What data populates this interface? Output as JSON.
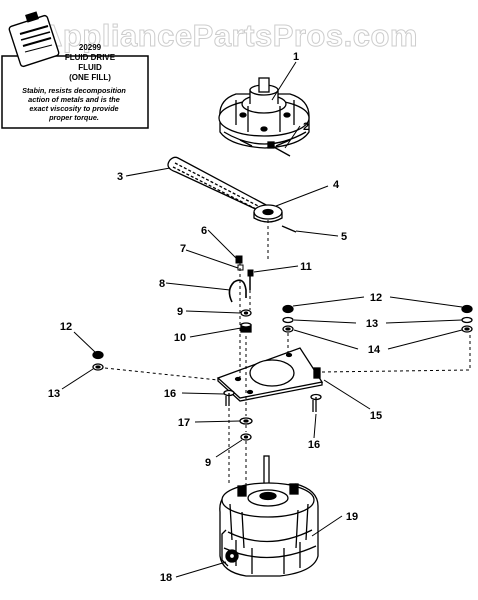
{
  "watermark": "AppliancePartsPros.com",
  "note": {
    "part_number": "20299",
    "line1": "FLUID DRIVE",
    "line2": "FLUID",
    "line3": "(ONE FILL)",
    "desc1": "Stabin, resists decomposition",
    "desc2": "action of metals and is the",
    "desc3": "exact viscosity to provide",
    "desc4": "proper torque."
  },
  "callouts": {
    "c1": "1",
    "c2": "2",
    "c3": "3",
    "c4": "4",
    "c5": "5",
    "c6": "6",
    "c7": "7",
    "c8": "8",
    "c9a": "9",
    "c10": "10",
    "c11": "11",
    "c12a": "12",
    "c13a": "13",
    "c14": "14",
    "c12b": "12",
    "c13b": "13",
    "c15": "15",
    "c16a": "16",
    "c16b": "16",
    "c17": "17",
    "c9b": "9",
    "c18": "18",
    "c19": "19"
  }
}
